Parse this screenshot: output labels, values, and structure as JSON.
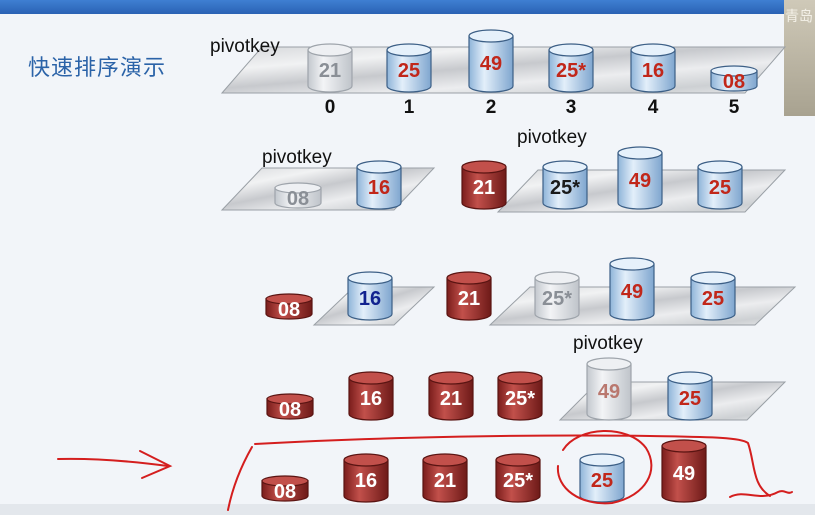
{
  "title": "快速排序演示",
  "pivot_label": "pivotkey",
  "indices": [
    "0",
    "1",
    "2",
    "3",
    "4",
    "5"
  ],
  "watermark": "青岛",
  "rows": [
    {
      "pivot_labels": [
        {
          "anchor": 0
        }
      ],
      "cylinders": [
        {
          "value": "21",
          "style": "ghost"
        },
        {
          "value": "25",
          "style": "blue"
        },
        {
          "value": "49",
          "style": "blue",
          "size": "tall"
        },
        {
          "value": "25*",
          "style": "blue"
        },
        {
          "value": "16",
          "style": "blue"
        },
        {
          "value": "08",
          "style": "blue",
          "size": "small"
        }
      ]
    },
    {
      "pivot_labels": [
        {
          "anchor": 0
        },
        {
          "anchor": 3
        }
      ],
      "cylinders": [
        {
          "value": "08",
          "style": "ghost",
          "size": "small"
        },
        {
          "value": "16",
          "style": "blue"
        },
        {
          "value": "21",
          "style": "red"
        },
        {
          "value": "25*",
          "style": "blue",
          "text": "dark"
        },
        {
          "value": "49",
          "style": "blue",
          "size": "tall"
        },
        {
          "value": "25",
          "style": "blue"
        }
      ]
    },
    {
      "pivot_labels": [],
      "cylinders": [
        {
          "value": "08",
          "style": "red",
          "size": "small"
        },
        {
          "value": "16",
          "style": "blue",
          "text": "navy"
        },
        {
          "value": "21",
          "style": "red"
        },
        {
          "value": "25*",
          "style": "ghost"
        },
        {
          "value": "49",
          "style": "blue",
          "size": "tall"
        },
        {
          "value": "25",
          "style": "blue"
        }
      ]
    },
    {
      "pivot_labels": [
        {
          "anchor": 4
        }
      ],
      "cylinders": [
        {
          "value": "08",
          "style": "red",
          "size": "small"
        },
        {
          "value": "16",
          "style": "red"
        },
        {
          "value": "21",
          "style": "red"
        },
        {
          "value": "25*",
          "style": "red"
        },
        {
          "value": "49",
          "style": "ghost",
          "size": "tall"
        },
        {
          "value": "25",
          "style": "blue"
        }
      ]
    },
    {
      "pivot_labels": [],
      "cylinders": [
        {
          "value": "08",
          "style": "red",
          "size": "small"
        },
        {
          "value": "16",
          "style": "red"
        },
        {
          "value": "21",
          "style": "red"
        },
        {
          "value": "25*",
          "style": "red"
        },
        {
          "value": "25",
          "style": "blue"
        },
        {
          "value": "49",
          "style": "red",
          "size": "tall"
        }
      ]
    }
  ],
  "colors": {
    "blue_body": "#bcd6ef",
    "blue_top": "#e6f1fb",
    "red_body": "#9e2b28",
    "red_top": "#c2504b",
    "ghost_body": "#d9dde2",
    "ghost_top": "#eef0f3",
    "value_red": "#c1271a",
    "value_navy": "#12238f",
    "value_dark": "#1a1a1a",
    "value_white": "#ffffff",
    "value_ghost": "#8a8f96",
    "annotation": "#d41e1e"
  }
}
